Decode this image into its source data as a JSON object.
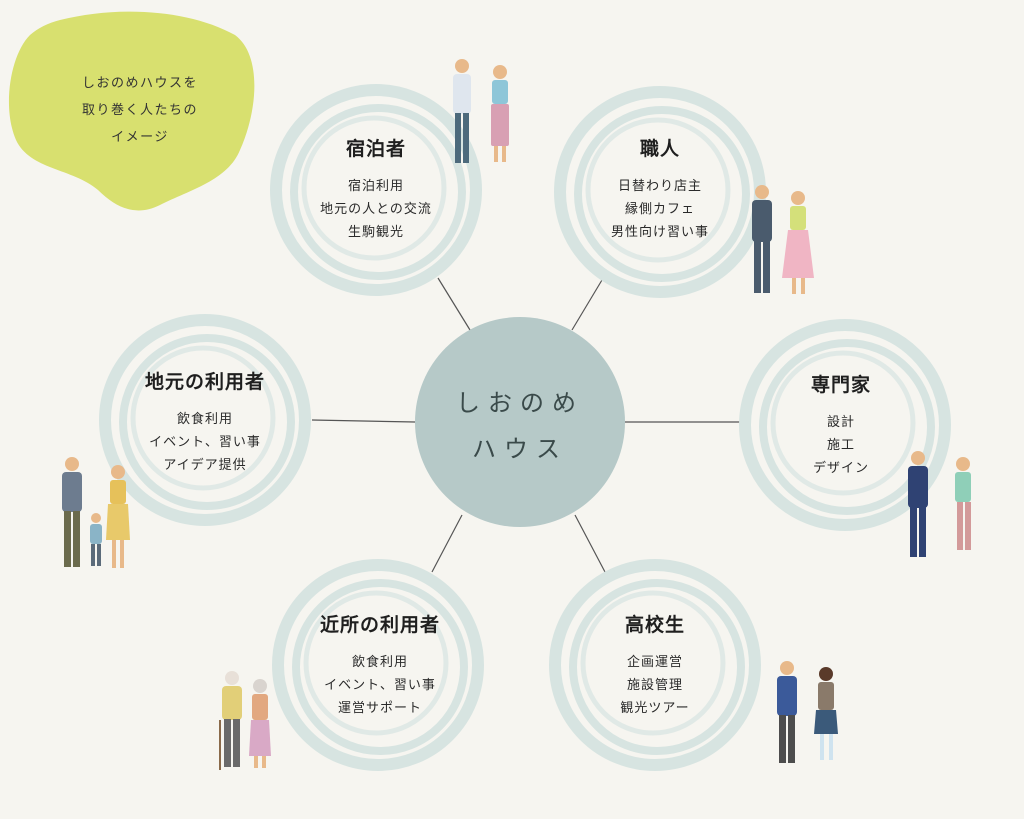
{
  "blob_label": [
    "しおのめハウスを",
    "取り巻く人たちの",
    "イメージ"
  ],
  "center": [
    "しおのめ",
    "ハウス"
  ],
  "colors": {
    "background": "#f6f5f0",
    "blob": "#d8e06f",
    "center_circle": "#b6c9c8",
    "ring": "#d7e4e1",
    "link": "#555555"
  },
  "nodes": [
    {
      "id": "shukuhaku",
      "title": "宿泊者",
      "items": [
        "宿泊利用",
        "地元の人との交流",
        "生駒観光"
      ]
    },
    {
      "id": "shokunin",
      "title": "職人",
      "items": [
        "日替わり店主",
        "縁側カフェ",
        "男性向け習い事"
      ]
    },
    {
      "id": "senmonka",
      "title": "専門家",
      "items": [
        "設計",
        "施工",
        "デザイン"
      ]
    },
    {
      "id": "koukousei",
      "title": "高校生",
      "items": [
        "企画運営",
        "施設管理",
        "観光ツアー"
      ]
    },
    {
      "id": "kinjo",
      "title": "近所の利用者",
      "items": [
        "飲食利用",
        "イベント、習い事",
        "運営サポート"
      ]
    },
    {
      "id": "jimoto",
      "title": "地元の利用者",
      "items": [
        "飲食利用",
        "イベント、習い事",
        "アイデア提供"
      ]
    }
  ]
}
